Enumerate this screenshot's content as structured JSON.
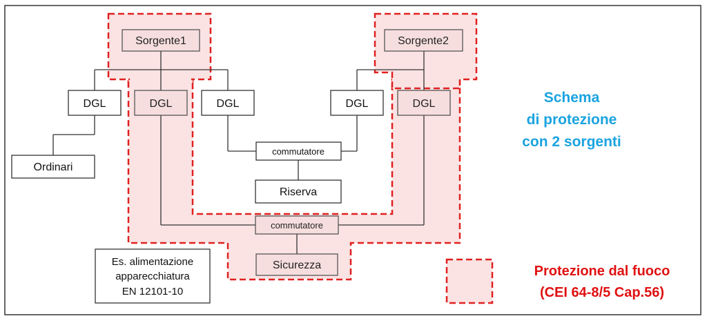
{
  "diagram": {
    "nodes": {
      "sorgente1": "Sorgente1",
      "sorgente2": "Sorgente2",
      "dgl_1": "DGL",
      "dgl_2": "DGL",
      "dgl_3": "DGL",
      "dgl_4": "DGL",
      "dgl_5": "DGL",
      "ordinari": "Ordinari",
      "commutatore_riserva": "commutatore",
      "riserva": "Riserva",
      "commutatore_sicurezza": "commutatore",
      "sicurezza": "Sicurezza",
      "note_line1": "Es. alimentazione",
      "note_line2": "apparecchiatura",
      "note_line3": "EN 12101-10"
    },
    "side_title": {
      "line1": "Schema",
      "line2": "di protezione",
      "line3": "con 2 sorgenti"
    },
    "legend": {
      "line1": "Protezione dal fuoco",
      "line2": "(CEI 64-8/5 Cap.56)"
    }
  },
  "colors": {
    "fire_zone_fill": "#fbe3e3",
    "fire_zone_stroke": "#e02020",
    "title_color": "#1aa3e0",
    "legend_color": "#e01010",
    "line_color": "#333333"
  }
}
